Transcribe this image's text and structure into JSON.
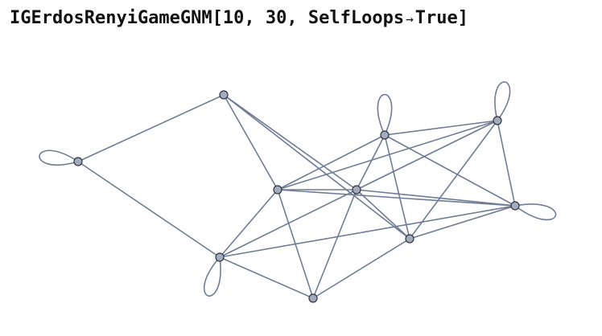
{
  "notebook": {
    "input": {
      "function": "IGErdosRenyiGameGNM",
      "open_bracket": "[",
      "arg_n": "10",
      "sep1": ", ",
      "arg_m": "30",
      "sep2": ", ",
      "option_name": "SelfLoops",
      "arrow": "→",
      "option_value": "True",
      "close_bracket": "]"
    },
    "output": {
      "graph": {
        "vertices": [
          "v1",
          "v2",
          "v3",
          "v4",
          "v5",
          "v6",
          "v7",
          "v8",
          "v9",
          "v10"
        ],
        "edges": [
          [
            "v1",
            "v2"
          ],
          [
            "v1",
            "v9"
          ],
          [
            "v2",
            "v3"
          ],
          [
            "v2",
            "v4"
          ],
          [
            "v2",
            "v7"
          ],
          [
            "v3",
            "v4"
          ],
          [
            "v3",
            "v6"
          ],
          [
            "v3",
            "v8"
          ],
          [
            "v3",
            "v9"
          ],
          [
            "v3",
            "v10"
          ],
          [
            "v3",
            "v5"
          ],
          [
            "v4",
            "v6"
          ],
          [
            "v4",
            "v7"
          ],
          [
            "v4",
            "v8"
          ],
          [
            "v4",
            "v9"
          ],
          [
            "v4",
            "v10"
          ],
          [
            "v4",
            "v5"
          ],
          [
            "v5",
            "v6"
          ],
          [
            "v5",
            "v7"
          ],
          [
            "v5",
            "v8"
          ],
          [
            "v6",
            "v8"
          ],
          [
            "v7",
            "v8"
          ],
          [
            "v7",
            "v10"
          ],
          [
            "v8",
            "v9"
          ],
          [
            "v9",
            "v10"
          ],
          [
            "v7",
            "v6"
          ]
        ],
        "self_loops": [
          "v1",
          "v5",
          "v6",
          "v7",
          "v9"
        ],
        "colors": {
          "edge": "#6e7c96",
          "vertex_fill": "#a3acbd",
          "vertex_stroke": "#2f3440"
        }
      }
    }
  }
}
